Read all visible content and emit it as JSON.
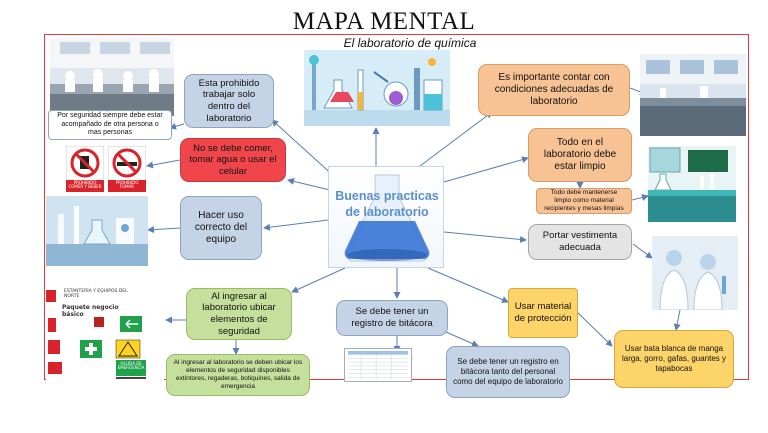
{
  "title": "MAPA MENTAL",
  "subtitle": "El laboratorio de química",
  "central_topic": "Buenas practicas de laboratorio",
  "nodes": {
    "no_solo": "Esta prohibido trabajar solo dentro del laboratorio",
    "acompanado": "Por seguridad siempre debe estar acompañado de otra persona o mas personas",
    "no_comer": "No se debe comer, tomar agua o usar el celular",
    "equipo": "Hacer uso correcto del equipo",
    "ubicar_seguridad": "Al ingresar al laboratorio ubicar elementos de seguridad",
    "ubicar_detalle": "Al ingresar al laboratorio se deben ubicar los elementos de seguridad disponibles extintores, regaderas, botiquines, salida de emergencia",
    "bitacora": "Se debe tener un registro de bitácora",
    "bitacora_detalle": "Se debe tener un registro en bitácora tanto del personal como del equipo de laboratorio",
    "condiciones": "Es importante contar con condiciones adecuadas de laboratorio",
    "limpio": "Todo en el laboratorio debe estar limpio",
    "limpio_detalle": "Todo debe mantenerse limpio como material recipientes y mesas limpias",
    "vestimenta": "Portar vestimenta adecuada",
    "proteccion": "Usar material de protección",
    "bata": "Usar bata blanca de manga larga, gorro, gafas, guantes y tapabocas"
  },
  "signs": {
    "prohibido_comer": "PROHIBIDO COMER Y BEBER",
    "prohibido_fumar": "PROHIBIDO FUMAR",
    "seg_heading": "ESTANTERÍA Y EQUIPOS DEL NORTE",
    "paquete": "Paquete negocio básico",
    "salida": "SALIDA DE EMERGENCIA"
  },
  "colors": {
    "frame": "#e23b3b",
    "connector": "#5b7fb5",
    "blue_node": "#c5d3e6",
    "red_node": "#f0464b",
    "orange_node": "#f7c294",
    "green_node": "#c5df9c",
    "yellow_node": "#fcd46a",
    "gray_node": "#e4e4e4"
  },
  "icons": [
    "lab-photo",
    "prohibido-comer-icon",
    "prohibido-fumar-icon",
    "flask-icon",
    "safety-signs",
    "log-sheet"
  ]
}
